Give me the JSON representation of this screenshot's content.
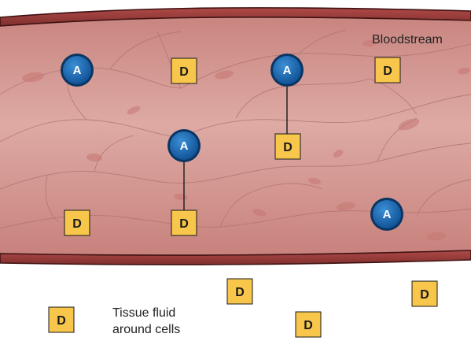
{
  "colors": {
    "vessel_wall": "#9b3f3f",
    "vessel_wall_dark": "#5a1e1e",
    "vessel_interior": "#d79a95",
    "cell_outline": "#b77a76",
    "nucleus": "#c2716c",
    "molecule_a_fill": "#1566b0",
    "molecule_a_rim": "#0a3562",
    "molecule_d_fill": "#f7c64a",
    "molecule_d_border": "#b9851a",
    "bond_line": "#1a1a1a",
    "label_text": "#1a1a1a"
  },
  "labels": {
    "bloodstream": "Bloodstream",
    "tissue_fluid_line1": "Tissue fluid",
    "tissue_fluid_line2": "around cells"
  },
  "molecules": {
    "a_symbol": "A",
    "d_symbol": "D"
  },
  "icons": {
    "molecule_a": "blue-circle-a-icon",
    "molecule_d": "yellow-square-d-icon"
  },
  "counts": {
    "a_in_bloodstream": 4,
    "d_free_in_bloodstream": 3,
    "a_d_bound_pairs": 2,
    "d_in_tissue_fluid": 4
  }
}
